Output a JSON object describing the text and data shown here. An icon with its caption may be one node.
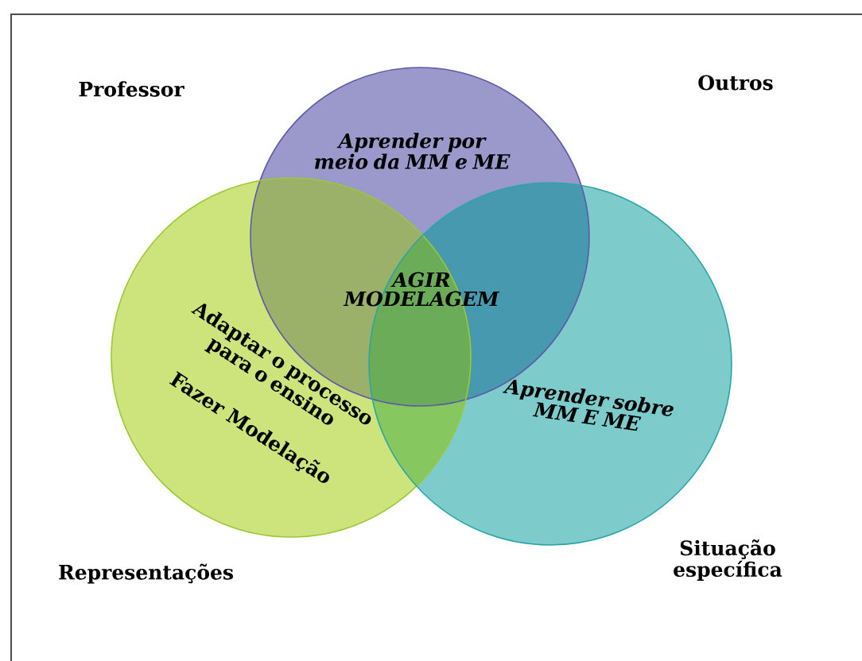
{
  "diagram": {
    "nodes": [
      {
        "text": [
          "Aprender por meio da MM e ME"
        ]
      },
      {
        "text": [
          "Adaptar o processo para o ensino",
          "Fazer Modelação"
        ]
      },
      {
        "text": [
          "Aprender sobre MM E ME"
        ]
      }
    ],
    "labels": [
      "Professor",
      "Outros",
      "AGIR MODELAGEM",
      "Representações",
      "Situação específica"
    ]
  }
}
